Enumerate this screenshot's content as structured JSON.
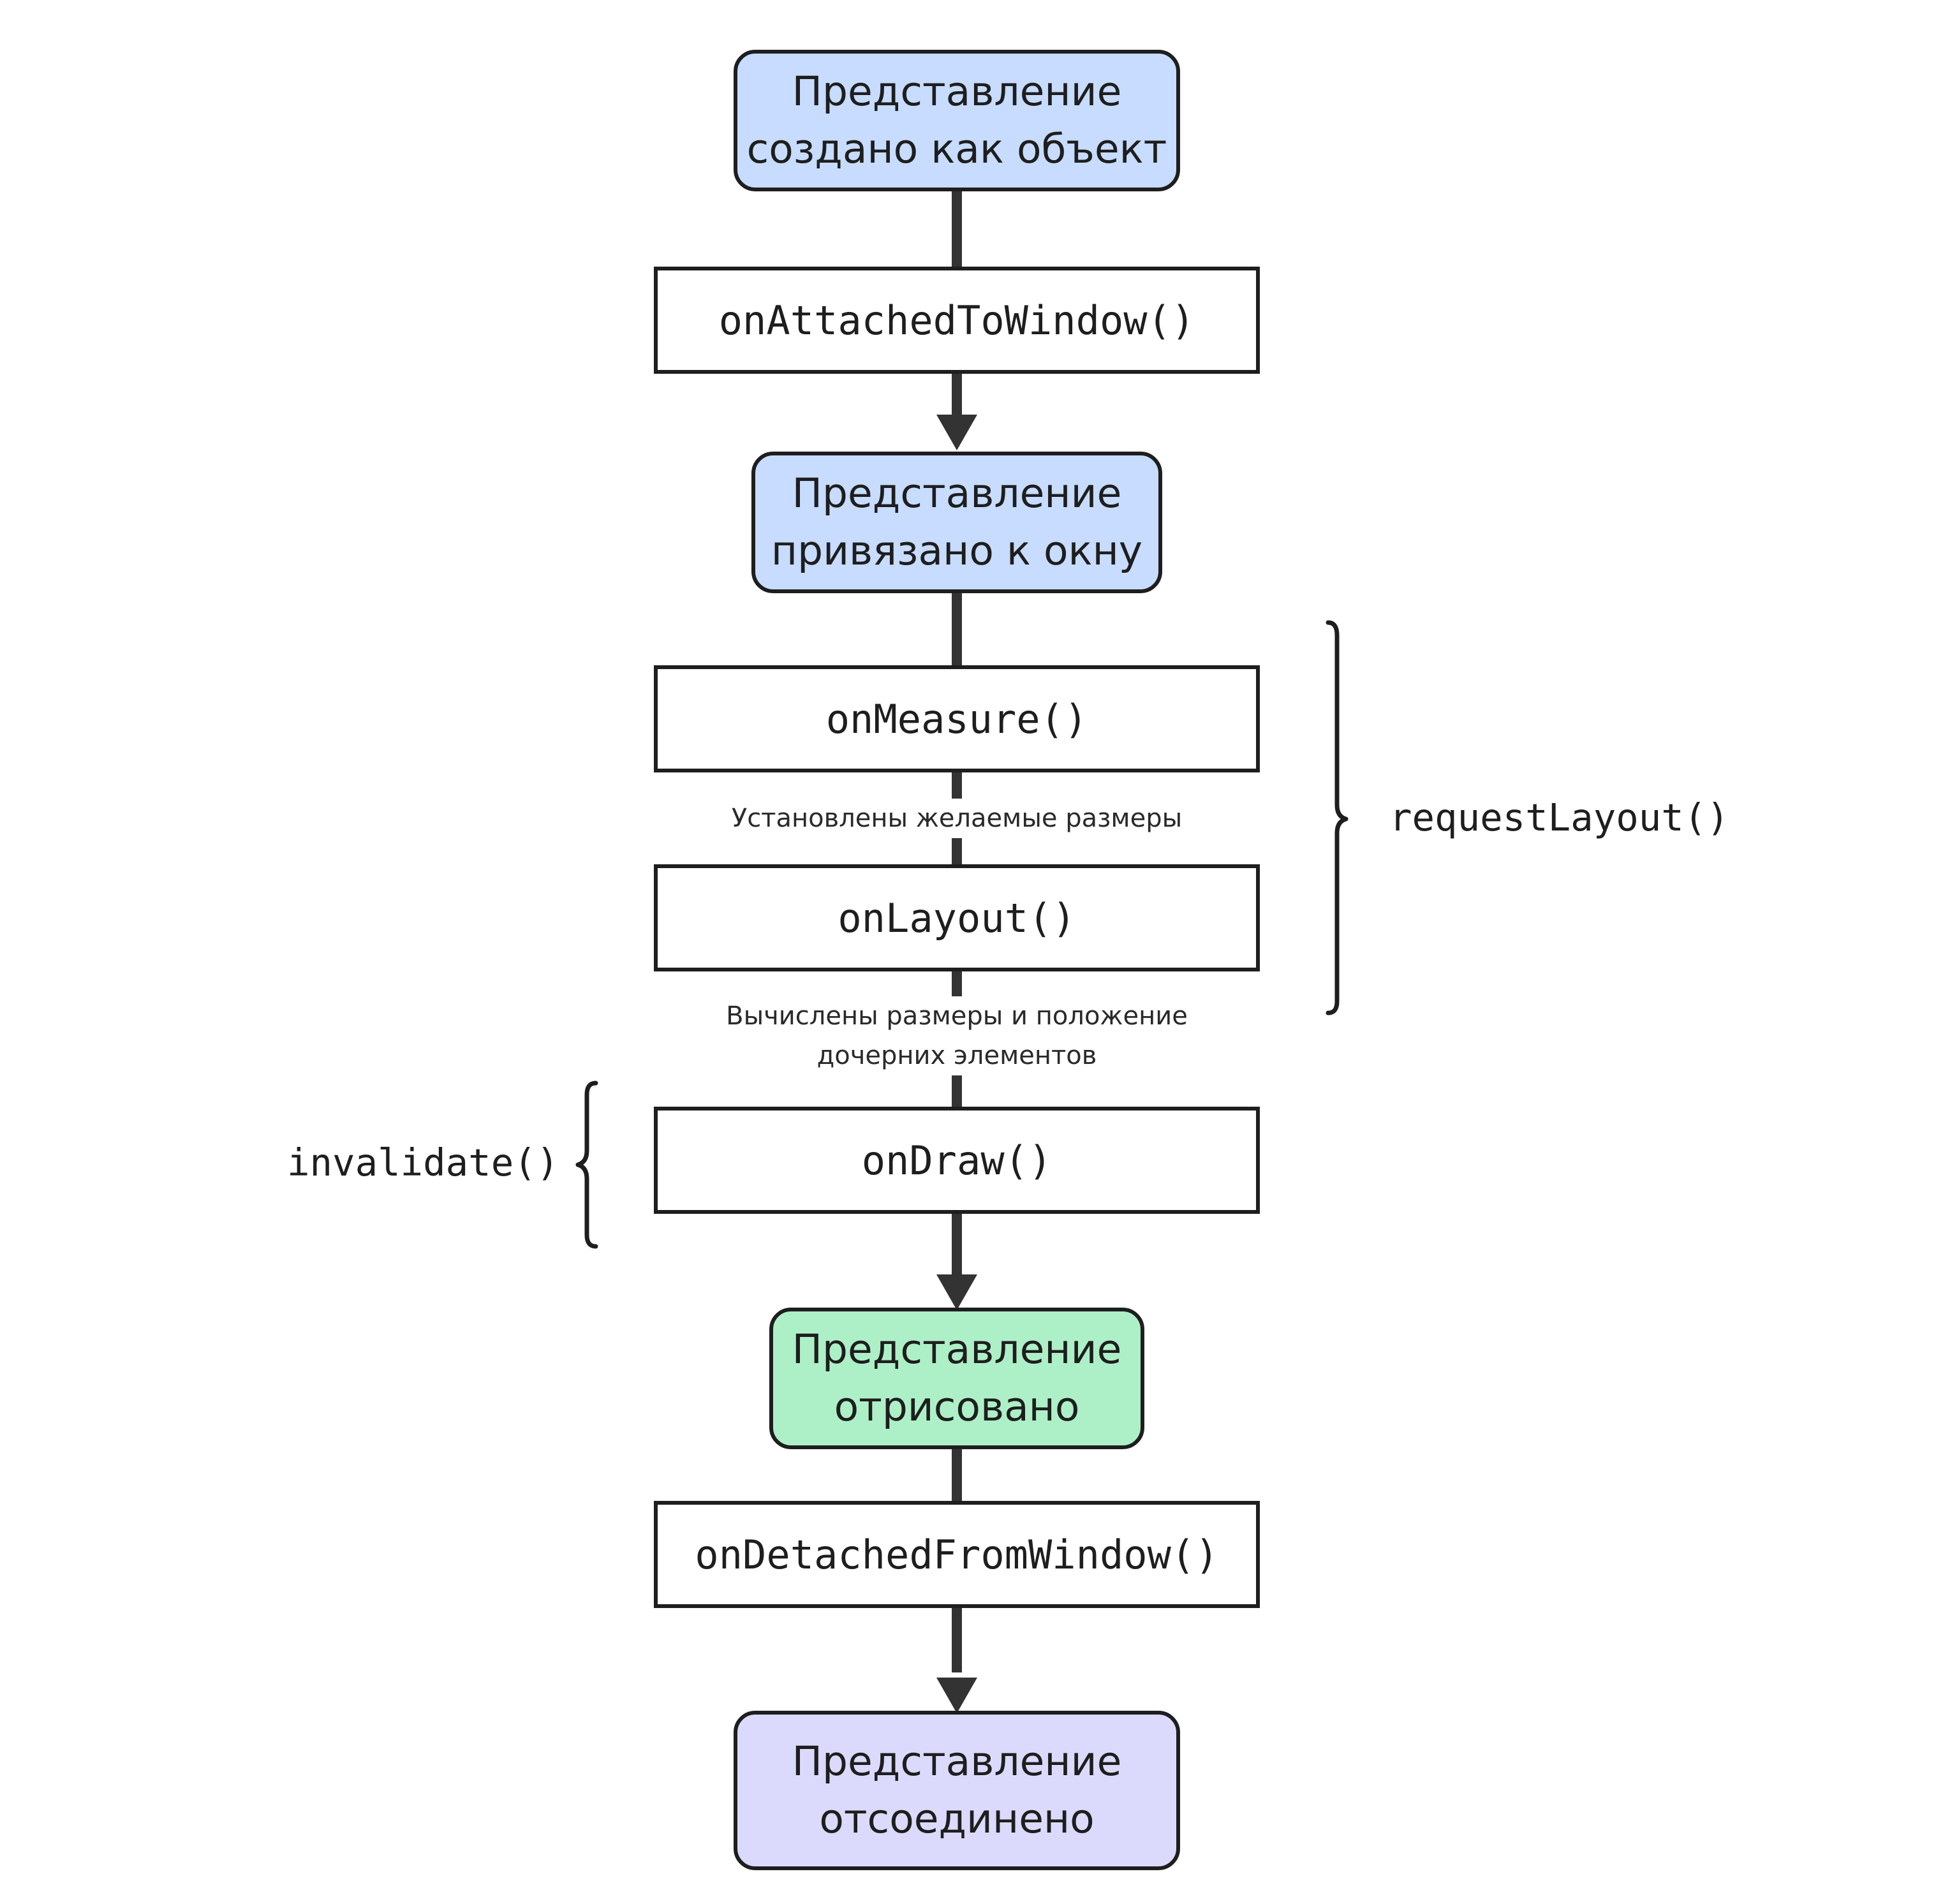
{
  "colors": {
    "stroke": "#1e1e1e",
    "created_fill": "#c7dcff",
    "attached_fill": "#c7dcff",
    "drawn_fill": "#adf0c7",
    "detached_fill": "#dcdafc",
    "method_fill": "#ffffff"
  },
  "states": {
    "created": {
      "line1": "Представление",
      "line2": "создано как объект"
    },
    "attached": {
      "line1": "Представление",
      "line2": "привязано к окну"
    },
    "drawn": {
      "line1": "Представление",
      "line2": "отрисовано"
    },
    "detached": {
      "line1": "Представление",
      "line2": "отсоединено"
    }
  },
  "methods": {
    "attached_to_window": "onAttachedToWindow()",
    "measure": "onMeasure()",
    "layout": "onLayout()",
    "draw": "onDraw()",
    "detached_from_window": "onDetachedFromWindow()"
  },
  "notes": {
    "measure_result": "Установлены желаемые размеры",
    "layout_result_line1": "Вычислены размеры и положение",
    "layout_result_line2": "дочерних элементов"
  },
  "brackets": {
    "request_layout": "requestLayout()",
    "invalidate": "invalidate()"
  }
}
